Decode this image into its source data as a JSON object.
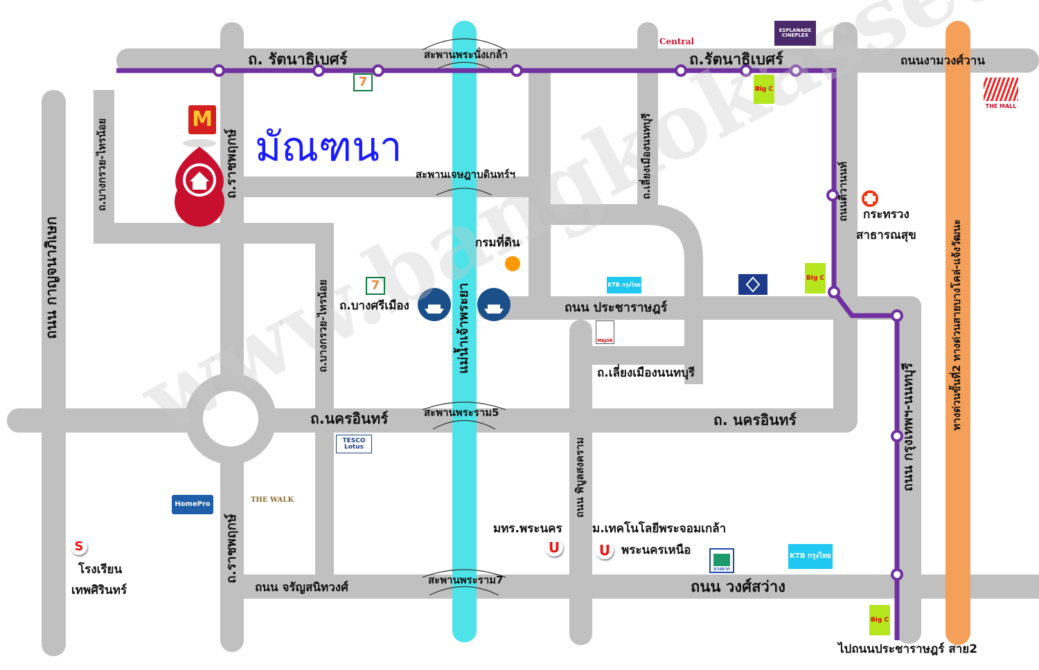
{
  "title": "มัณฑนา",
  "watermark": "www.bangkokassets.com",
  "colors": {
    "road": "#c0c0c0",
    "river": "#4de3e8",
    "expressway": "#f5a05a",
    "metro": "#7030a0",
    "title": "#1a1aff"
  },
  "roads": {
    "rattanathibet_left": "ถ. รัตนาธิเบศร์",
    "rattanathibet_right": "ถ.รัตนาธิเบศร์",
    "ngamwongwan": "ถนนงามวงศ์วาน",
    "kanchanaphisek": "ถนน กาญจนาภิเษก",
    "bangkruai_sainoi_1": "ถ.บางกรวย-ไทรน้อย",
    "bangkruai_sainoi_2": "ถ.บางกรวย-ไทรน้อย",
    "ratchaphruek_top": "ถ.ราชพฤกษ์",
    "ratchaphruek_bottom": "ถ.ราชพฤกษ์",
    "bangsrimuang": "ถ.บางศรีเมือง",
    "river": "แม่น้ำเจ้าพระยา",
    "bypass_top": "ถ.เลี่ยงเมืองนนทบุรี",
    "bypass_bottom": "ถ.เลี่ยงเมืองนนทบุรี",
    "pracharat": "ถนน ประชาราษฎร์",
    "nakhonin_left": "ถ.นครอินทร์",
    "nakhonin_right": "ถ. นครอินทร์",
    "phibunsongkhram": "ถนน พิบูลสงคราม",
    "tiwanon": "ถนนติวานนท์",
    "krungthep_nonthaburi": "ถนน กรุงเทพฯ-นนทบุรี",
    "expressway": "ทางด่วนขั้นที่2 ทางด่วนสายบางโคล่-แจ้งวัฒนะ",
    "charansanitwong": "ถนน จรัญสนิทวงศ์",
    "wongsawang": "ถนน วงศ์สว่าง",
    "to_pracharat2": "ไปถนนประชาราษฎร์ สาย2"
  },
  "bridges": {
    "phra_nang_klao": "สะพานพระนั่งเกล้า",
    "jessada": "สะพานเจษฎาบดินทร์ฯ",
    "rama5": "สะพานพระราม5",
    "rama7": "สะพานพระราม7"
  },
  "places": {
    "land_dept": "กรมที่ดิน",
    "moph_1": "กระทรวง",
    "moph_2": "สาธารณสุข",
    "rmutp": "มทร.พระนคร",
    "kmutnb_1": "ม.เทคโนโลยีพระจอมเกล้า",
    "kmutnb_2": "พระนครเหนือ",
    "school_1": "โรงเรียน",
    "school_2": "เทพศิรินทร์"
  },
  "logos": {
    "central": "Central",
    "esplanade": "ESPLANADE CINEPLEX",
    "the_mall": "THE MALL",
    "seven_eleven": "7",
    "bigc": "Big C",
    "ktb": "KTB กรุงไทย",
    "major": "MAJOR",
    "tesco": "TESCO Lotus",
    "homepro": "HomePro",
    "the_walk": "THE WALK",
    "mcdonalds": "M",
    "bangchak": "บางจาก",
    "school_icon": "S",
    "univ_icon": "U"
  },
  "icons": [
    "home-pin-icon",
    "ferry-icon",
    "hospital-cross-icon",
    "metro-station-icon",
    "land-office-dot-icon",
    "bank-icon"
  ]
}
